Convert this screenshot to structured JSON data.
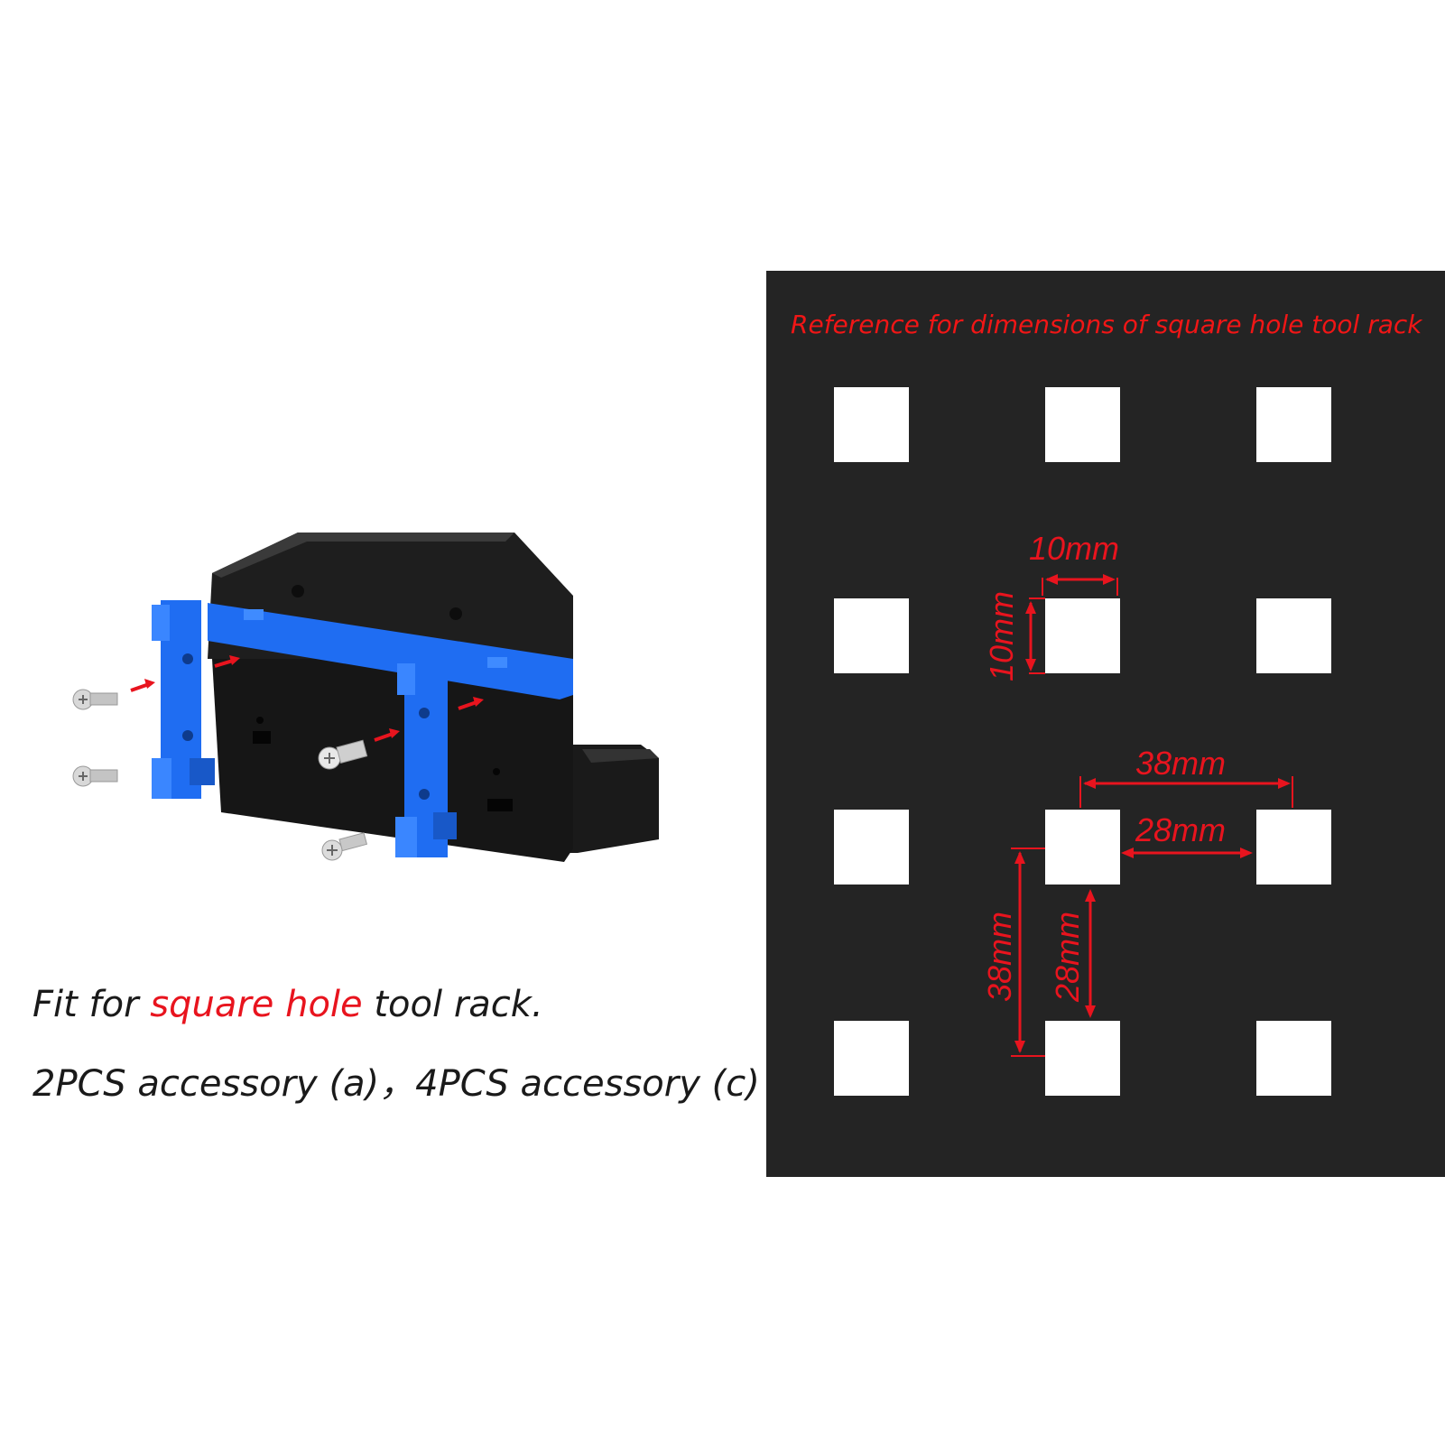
{
  "caption": {
    "line1_pre": "Fit for ",
    "line1_highlight": "square hole",
    "line1_post": " tool rack.",
    "line2": "2PCS accessory (a)，4PCS accessory (c)"
  },
  "board": {
    "title": "Reference for dimensions of square hole tool rack",
    "grid": {
      "rows": 4,
      "cols": 3
    },
    "dimensions": {
      "hole_width": "10mm",
      "hole_height": "10mm",
      "pitch_horizontal": "38mm",
      "gap_horizontal": "28mm",
      "pitch_vertical": "38mm",
      "gap_vertical": "28mm"
    }
  },
  "colors": {
    "accent_red": "#e8141e",
    "board_black": "#242424",
    "bracket_blue": "#1f6df2",
    "tool_black": "#1c1c1c"
  },
  "icons": [
    "screw-icon",
    "arrow-icon"
  ]
}
